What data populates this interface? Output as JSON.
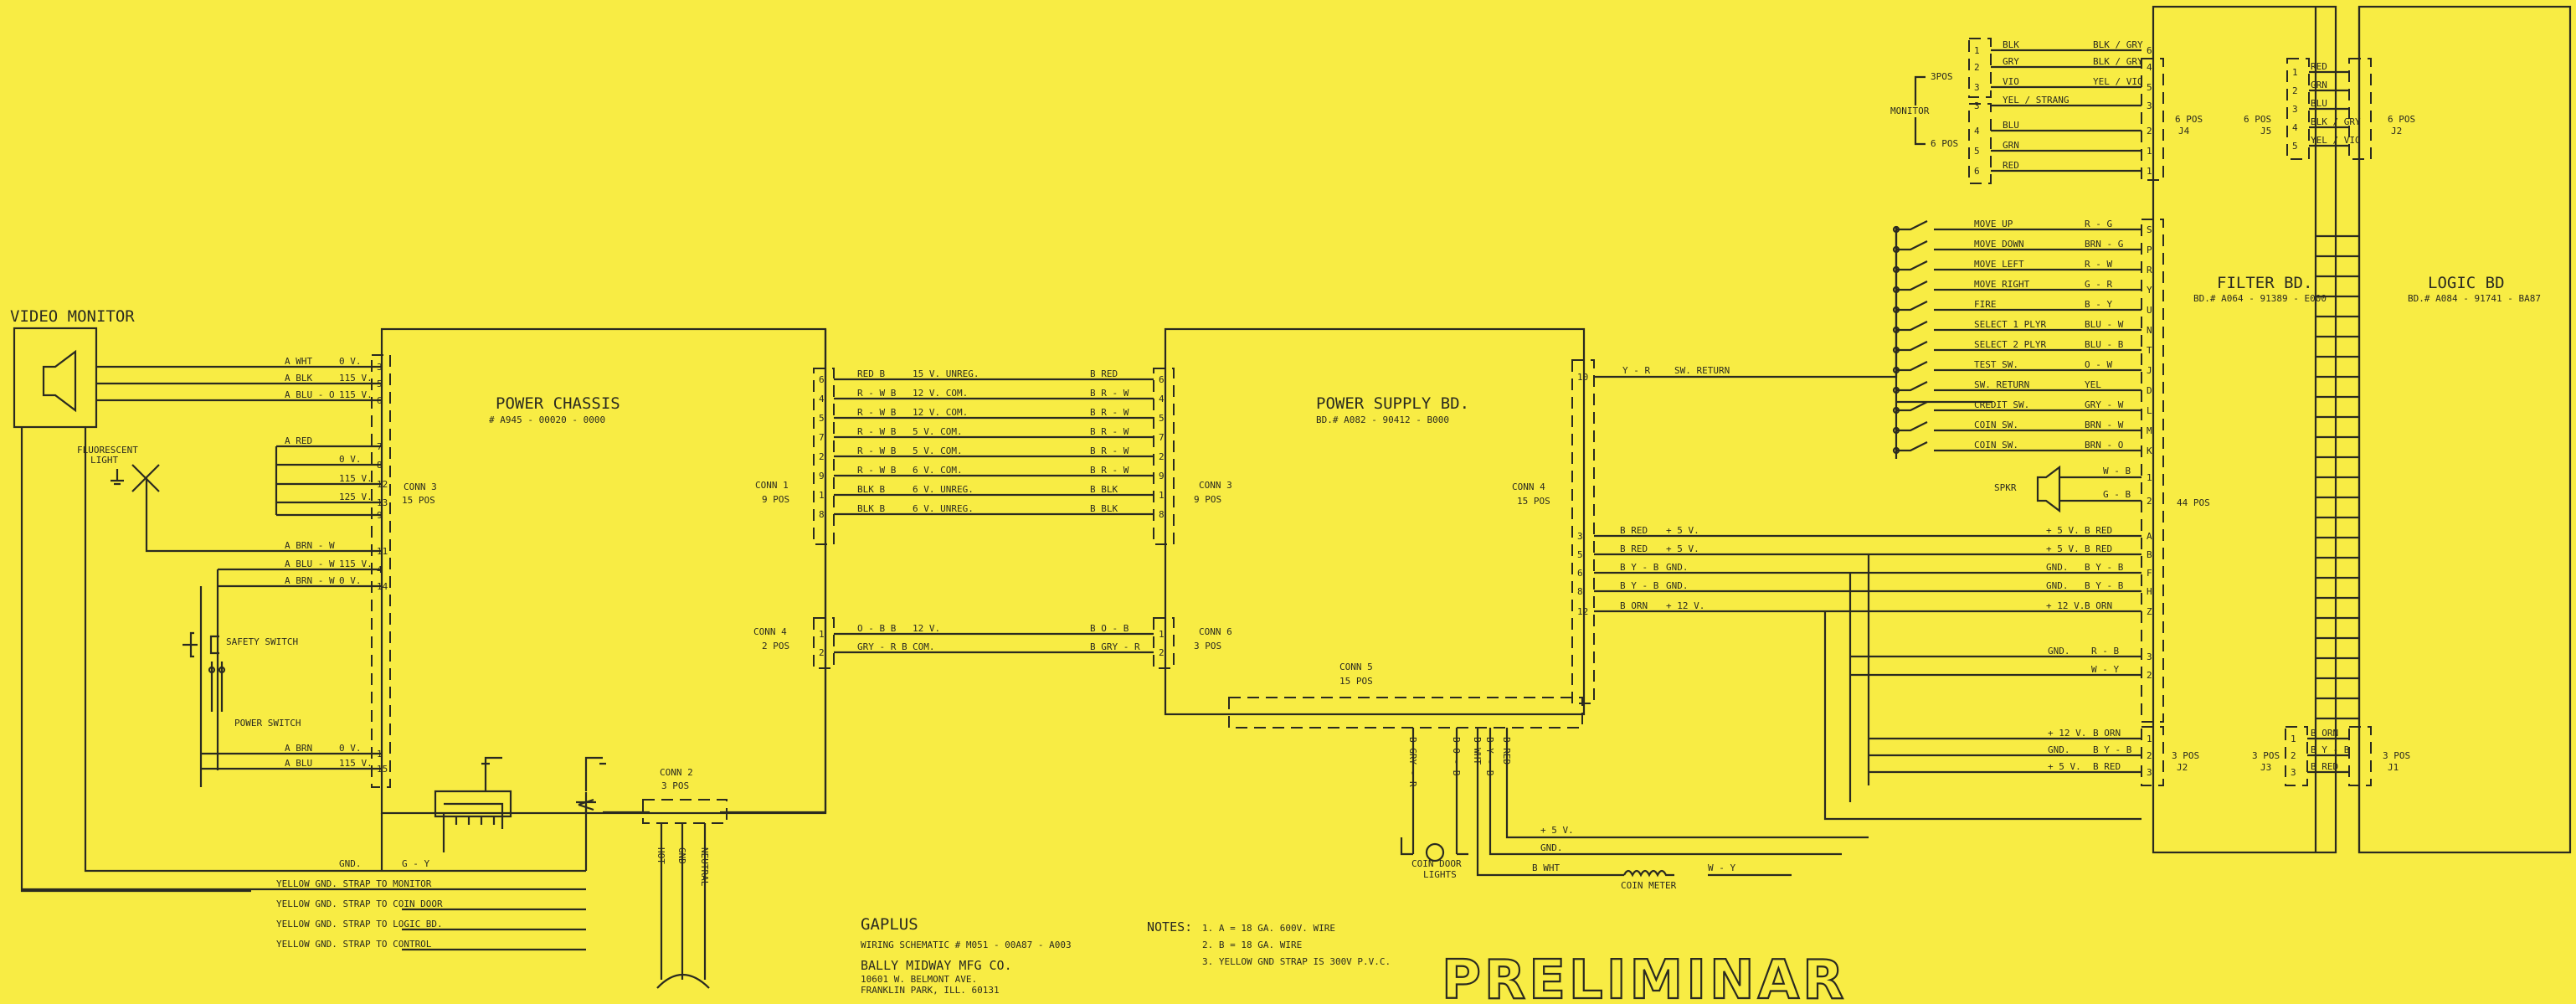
{
  "colors": {
    "background": "#f8ec44",
    "ink": "#2a2a20"
  },
  "video_monitor": "VIDEO MONITOR",
  "fluorescent": [
    "FLUORESCENT",
    "LIGHT"
  ],
  "safety_switch": "SAFETY SWITCH",
  "power_switch": "POWER SWITCH",
  "monitor_group": {
    "title": "MONITOR",
    "pos3": "3POS",
    "pos6": "6 POS"
  },
  "power_chassis": {
    "title": "POWER CHASSIS",
    "part": "# A945 - 00020 - 0000"
  },
  "power_supply": {
    "title": "POWER SUPPLY BD.",
    "part": "BD.# A082 - 90412 - B000"
  },
  "filter_bd": {
    "title": "FILTER BD.",
    "part": "BD.# A064 - 91389 - E000"
  },
  "logic_bd": {
    "title": "LOGIC BD",
    "part": "BD.# A084 - 91741 - BA87"
  },
  "conns": {
    "pc_conn3": [
      "CONN 3",
      "15 POS"
    ],
    "pc_conn1": [
      "CONN 1",
      "9 POS"
    ],
    "pc_conn4": [
      "CONN 4",
      "2 POS"
    ],
    "conn2": [
      "CONN 2",
      "3 POS"
    ],
    "ps_conn3": [
      "CONN 3",
      "9 POS"
    ],
    "ps_conn6": [
      "CONN 6",
      "3 POS"
    ],
    "ps_conn5": [
      "CONN 5",
      "15 POS"
    ],
    "ps_conn4": [
      "CONN 4",
      "15 POS"
    ],
    "j4": [
      "6 POS",
      "J4"
    ],
    "j5": [
      "6 POS",
      "J5"
    ],
    "j2": [
      "6 POS",
      "J2"
    ],
    "pos44": "44 POS",
    "fj2": [
      "3 POS",
      "J2"
    ],
    "fj3": [
      "3 POS",
      "J3"
    ],
    "fj1": [
      "3 POS",
      "J1"
    ]
  },
  "chassis_left_wires": [
    {
      "color": "A WHT",
      "volts": "0 V.",
      "pin": "3"
    },
    {
      "color": "A BLK",
      "volts": "115 V.",
      "pin": "5"
    },
    {
      "color": "A BLU - O",
      "volts": "115 V.",
      "pin": "6"
    },
    {
      "color": "A RED",
      "volts": "",
      "pin": "7"
    },
    {
      "color": "",
      "volts": "0 V.",
      "pin": "8"
    },
    {
      "color": "",
      "volts": "115 V.",
      "pin": "12"
    },
    {
      "color": "",
      "volts": "125 V.",
      "pin": "13"
    },
    {
      "color": "",
      "volts": "",
      "pin": "9"
    },
    {
      "color": "A BRN - W",
      "volts": "",
      "pin": "11"
    },
    {
      "color": "A BLU - W",
      "volts": "115 V.",
      "pin": "4"
    },
    {
      "color": "A BRN - W",
      "volts": "0 V.",
      "pin": "14"
    },
    {
      "color": "A BRN",
      "volts": "0 V.",
      "pin": "1"
    },
    {
      "color": "A BLU",
      "volts": "115 V.",
      "pin": "15"
    }
  ],
  "pc_ps_wires": [
    {
      "left": "RED B",
      "label": "15 V. UNREG.",
      "right": "B RED",
      "pl": "6",
      "pr": "6"
    },
    {
      "left": "R - W B",
      "label": "12 V. COM.",
      "right": "B R - W",
      "pl": "4",
      "pr": "4"
    },
    {
      "left": "R - W B",
      "label": "12 V. COM.",
      "right": "B R - W",
      "pl": "5",
      "pr": "5"
    },
    {
      "left": "R - W B",
      "label": "5 V. COM.",
      "right": "B R - W",
      "pl": "7",
      "pr": "7"
    },
    {
      "left": "R - W B",
      "label": "5 V. COM.",
      "right": "B R - W",
      "pl": "2",
      "pr": "2"
    },
    {
      "left": "R - W B",
      "label": "6 V. COM.",
      "right": "B R - W",
      "pl": "9",
      "pr": "9"
    },
    {
      "left": "BLK B",
      "label": "6 V. UNREG.",
      "right": "B BLK",
      "pl": "1",
      "pr": "1"
    },
    {
      "left": "BLK B",
      "label": "6 V. UNREG.",
      "right": "B BLK",
      "pl": "8",
      "pr": "8"
    }
  ],
  "conn4_wires": [
    {
      "left": "O - B B",
      "label": "12 V.",
      "right": "B O - B",
      "pl": "1",
      "pr": "1"
    },
    {
      "left": "GRY - R B",
      "label": "COM.",
      "right": "B GRY - R",
      "pl": "2",
      "pr": "2"
    }
  ],
  "sw_return_top": {
    "wire": "Y - R",
    "label": "SW. RETURN",
    "pin": "10"
  },
  "switch_rows": [
    {
      "label": "MOVE UP",
      "wire": "R - G",
      "pin": "S"
    },
    {
      "label": "MOVE DOWN",
      "wire": "BRN - G",
      "pin": "P"
    },
    {
      "label": "MOVE LEFT",
      "wire": "R - W",
      "pin": "R"
    },
    {
      "label": "MOVE RIGHT",
      "wire": "G - R",
      "pin": "Y"
    },
    {
      "label": "FIRE",
      "wire": "B - Y",
      "pin": "U"
    },
    {
      "label": "SELECT 1 PLYR",
      "wire": "BLU - W",
      "pin": "N"
    },
    {
      "label": "SELECT 2 PLYR",
      "wire": "BLU - B",
      "pin": "T"
    },
    {
      "label": "TEST SW.",
      "wire": "O - W",
      "pin": "J"
    },
    {
      "label": "SW. RETURN",
      "wire": "YEL",
      "pin": "D"
    },
    {
      "label": "CREDIT SW.",
      "wire": "GRY - W",
      "pin": "L"
    },
    {
      "label": "COIN SW.",
      "wire": "BRN - W",
      "pin": "M"
    },
    {
      "label": "COIN SW.",
      "wire": "BRN - O",
      "pin": "K"
    }
  ],
  "speaker": {
    "label": "SPKR",
    "wires": [
      {
        "wire": "W - B",
        "pin": "1"
      },
      {
        "wire": "G - B",
        "pin": "2"
      }
    ]
  },
  "ps_right_wires": [
    {
      "pin": "3",
      "left": "B RED",
      "volts": "+ 5 V.",
      "rvolts": "+ 5 V.",
      "right": "B RED",
      "fpin": "A"
    },
    {
      "pin": "5",
      "left": "B RED",
      "volts": "+ 5 V.",
      "rvolts": "+ 5 V.",
      "right": "B RED",
      "fpin": "B"
    },
    {
      "pin": "6",
      "left": "B Y - B",
      "volts": "GND.",
      "rvolts": "GND.",
      "right": "B Y - B",
      "fpin": "F"
    },
    {
      "pin": "8",
      "left": "B Y - B",
      "volts": "GND.",
      "rvolts": "GND.",
      "right": "B Y - B",
      "fpin": "H"
    },
    {
      "pin": "12",
      "left": "B ORN",
      "volts": "+ 12 V.",
      "rvolts": "+ 12 V.",
      "right": "B ORN",
      "fpin": "Z"
    }
  ],
  "filter_lower_wires": [
    {
      "label": "GND.",
      "wire": "R - B",
      "pin": "3"
    },
    {
      "label": "",
      "wire": "W - Y",
      "pin": "2"
    }
  ],
  "fj2_wires": [
    {
      "volts": "+ 12 V.",
      "wire": "B ORN",
      "pin": "1"
    },
    {
      "volts": "GND.",
      "wire": "B Y - B",
      "pin": "2"
    },
    {
      "volts": "+ 5 V.",
      "wire": "B RED",
      "pin": "3"
    }
  ],
  "fj3_wires": [
    {
      "wire": "B ORN",
      "pin": "1"
    },
    {
      "wire": "B Y - B",
      "pin": "2"
    },
    {
      "wire": "B RED",
      "pin": "3"
    }
  ],
  "monitor_wires": [
    {
      "color": "BLK",
      "pin": "1",
      "right": "BLK / GRY",
      "rpin": "6"
    },
    {
      "color": "GRY",
      "pin": "2",
      "right": "BLK / GRY",
      "rpin": "4"
    },
    {
      "color": "VIO",
      "pin": "3",
      "right": "YEL / VIO",
      "rpin": "5"
    },
    {
      "color": "YEL / STRANG",
      "pin": "3",
      "right": "",
      "rpin": "3"
    },
    {
      "color": "BLU",
      "pin": "4",
      "right": "",
      "rpin": "2"
    },
    {
      "color": "GRN",
      "pin": "5",
      "right": "",
      "rpin": "1"
    },
    {
      "color": "RED",
      "pin": "6",
      "right": "",
      "rpin": "1"
    }
  ],
  "j5_wires": [
    {
      "color": "RED",
      "pin": "1"
    },
    {
      "color": "GRN",
      "pin": "2"
    },
    {
      "color": "BLU",
      "pin": "3"
    },
    {
      "color": "BLK / GRY",
      "pin": "4"
    },
    {
      "color": "YEL / VIO",
      "pin": "5"
    }
  ],
  "conn5_vertical": [
    "B GRY - R",
    "B O - B",
    "B WHT",
    "B Y - B",
    "B RED"
  ],
  "conn5_bottom": {
    "pos5v": "+ 5 V.",
    "gnd": "GND.",
    "wht": "B WHT",
    "wy": "W - Y",
    "coin_meter": "COIN METER",
    "coin_door": [
      "COIN DOOR",
      "LIGHTS"
    ]
  },
  "chassis_bottom": {
    "gnd": "GND.",
    "gy": "G - Y"
  },
  "straps": [
    "YELLOW GND. STRAP TO MONITOR",
    "YELLOW GND. STRAP TO COIN DOOR",
    "YELLOW GND. STRAP TO LOGIC BD.",
    "YELLOW GND. STRAP TO CONTROL"
  ],
  "conn2_pins": [
    "HOT",
    "GND",
    "NEUTRAL"
  ],
  "title_block": {
    "game": "GAPLUS",
    "schematic": "WIRING SCHEMATIC # M051 - 00A87 - A003",
    "company": "BALLY MIDWAY MFG CO.",
    "address1": "10601 W. BELMONT AVE.",
    "address2": "FRANKLIN PARK, ILL. 60131"
  },
  "notes": {
    "heading": "NOTES:",
    "items": [
      "1.  A = 18 GA. 600V. WIRE",
      "2.  B = 18 GA. WIRE",
      "3.  YELLOW GND STRAP IS 300V P.V.C."
    ]
  },
  "stamp": "PRELIMINAR"
}
